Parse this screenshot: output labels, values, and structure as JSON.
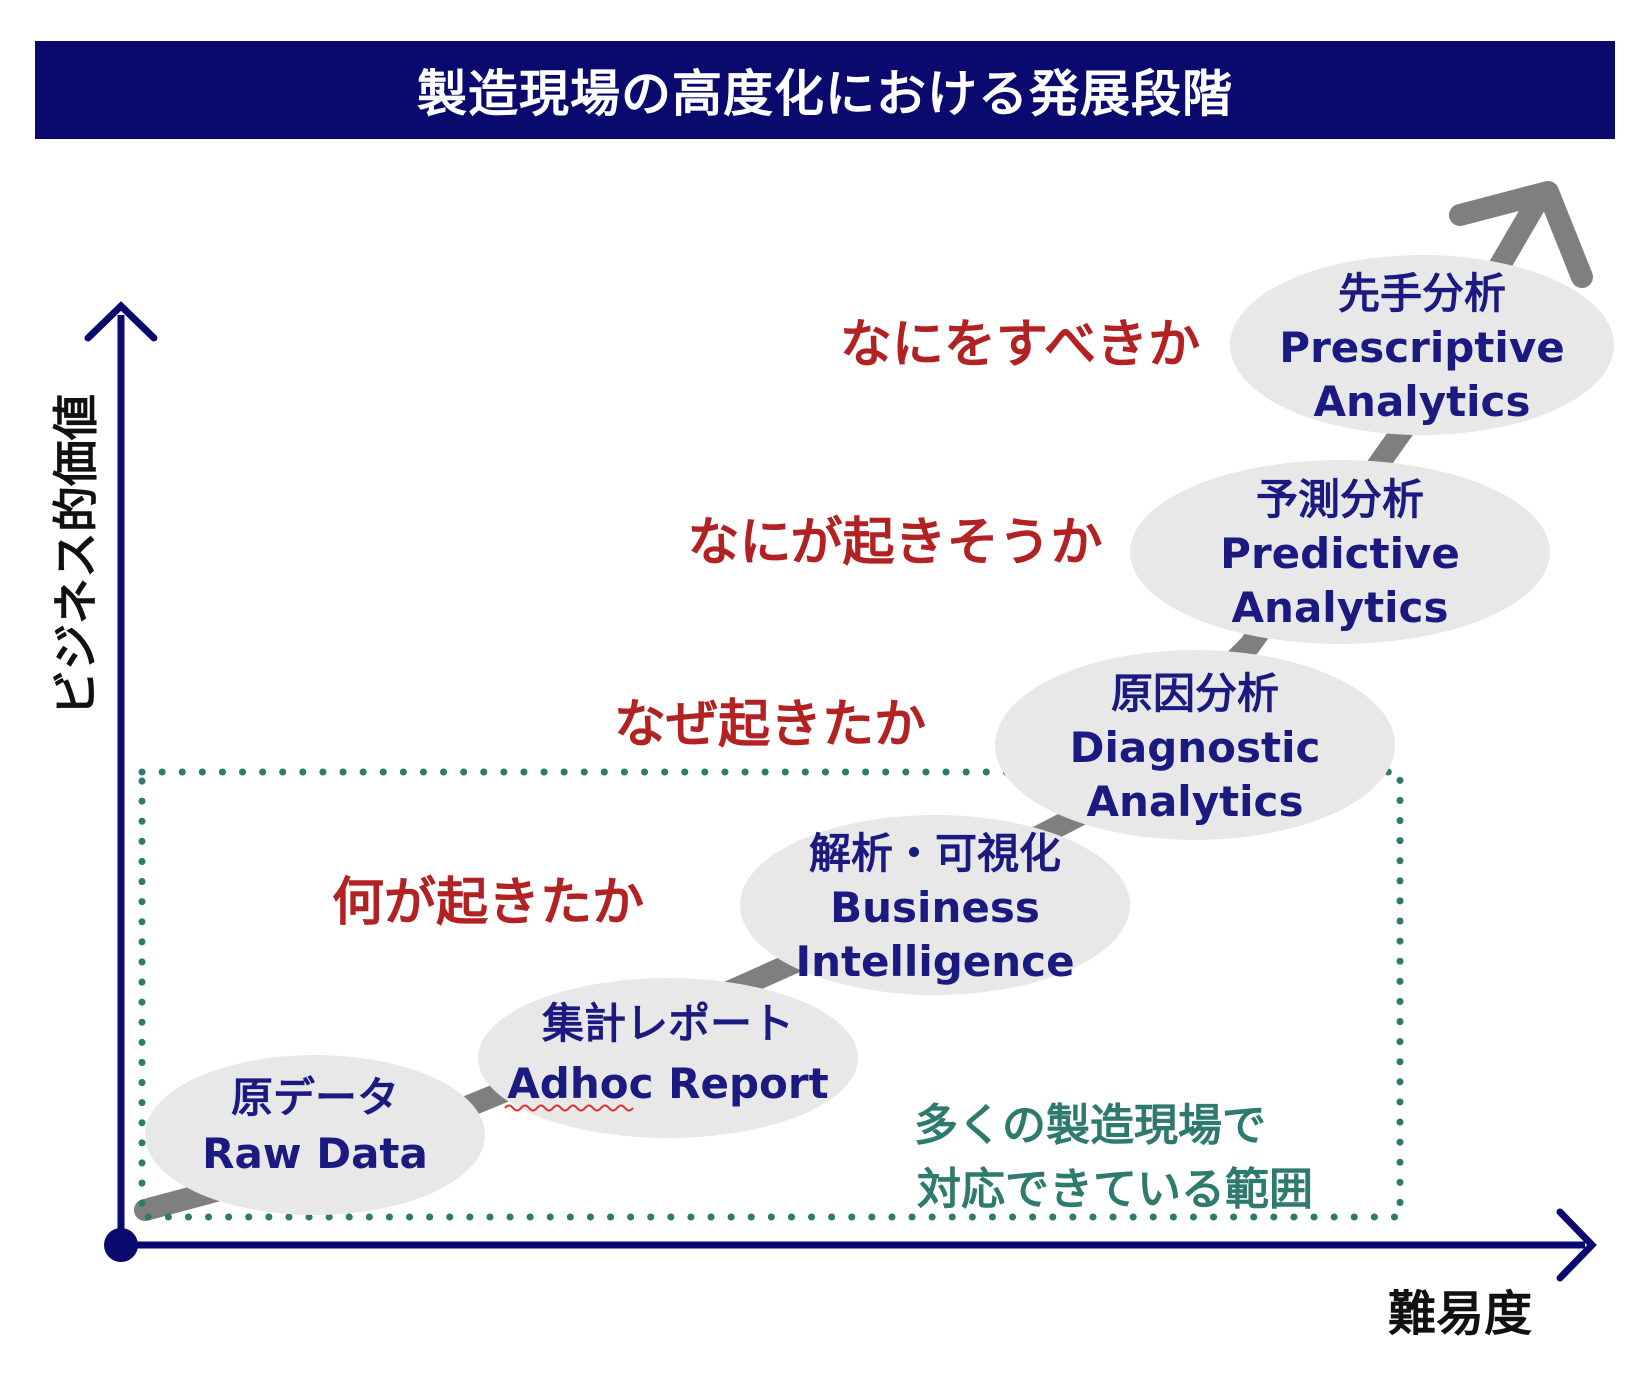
{
  "title": "製造現場の高度化における発展段階",
  "axes": {
    "y_label": "ビジネス的価値",
    "x_label": "難易度"
  },
  "stages": [
    {
      "ja": "原データ",
      "en_lines": [
        "Raw Data"
      ]
    },
    {
      "ja": "集計レポート",
      "en_lines": [
        "Adhoc Report"
      ]
    },
    {
      "ja": "解析・可視化",
      "en_lines": [
        "Business",
        "Intelligence"
      ]
    },
    {
      "ja": "原因分析",
      "en_lines": [
        "Diagnostic",
        "Analytics"
      ]
    },
    {
      "ja": "予測分析",
      "en_lines": [
        "Predictive",
        "Analytics"
      ]
    },
    {
      "ja": "先手分析",
      "en_lines": [
        "Prescriptive",
        "Analytics"
      ]
    }
  ],
  "questions": [
    "何が起きたか",
    "なぜ起きたか",
    "なにが起きそうか",
    "なにをすべきか"
  ],
  "scope_note": {
    "lines": [
      "多くの製造現場で",
      "対応できている範囲"
    ]
  },
  "colors": {
    "banner": "#0a0a6e",
    "axis": "#0a0a6e",
    "stage_text": "#1a1a80",
    "stage_fill": "#e8e8e8",
    "question_text": "#b22222",
    "scope_border": "#2e7a6e",
    "scope_text": "#2e7a6e",
    "path": "#7f7f7f"
  }
}
